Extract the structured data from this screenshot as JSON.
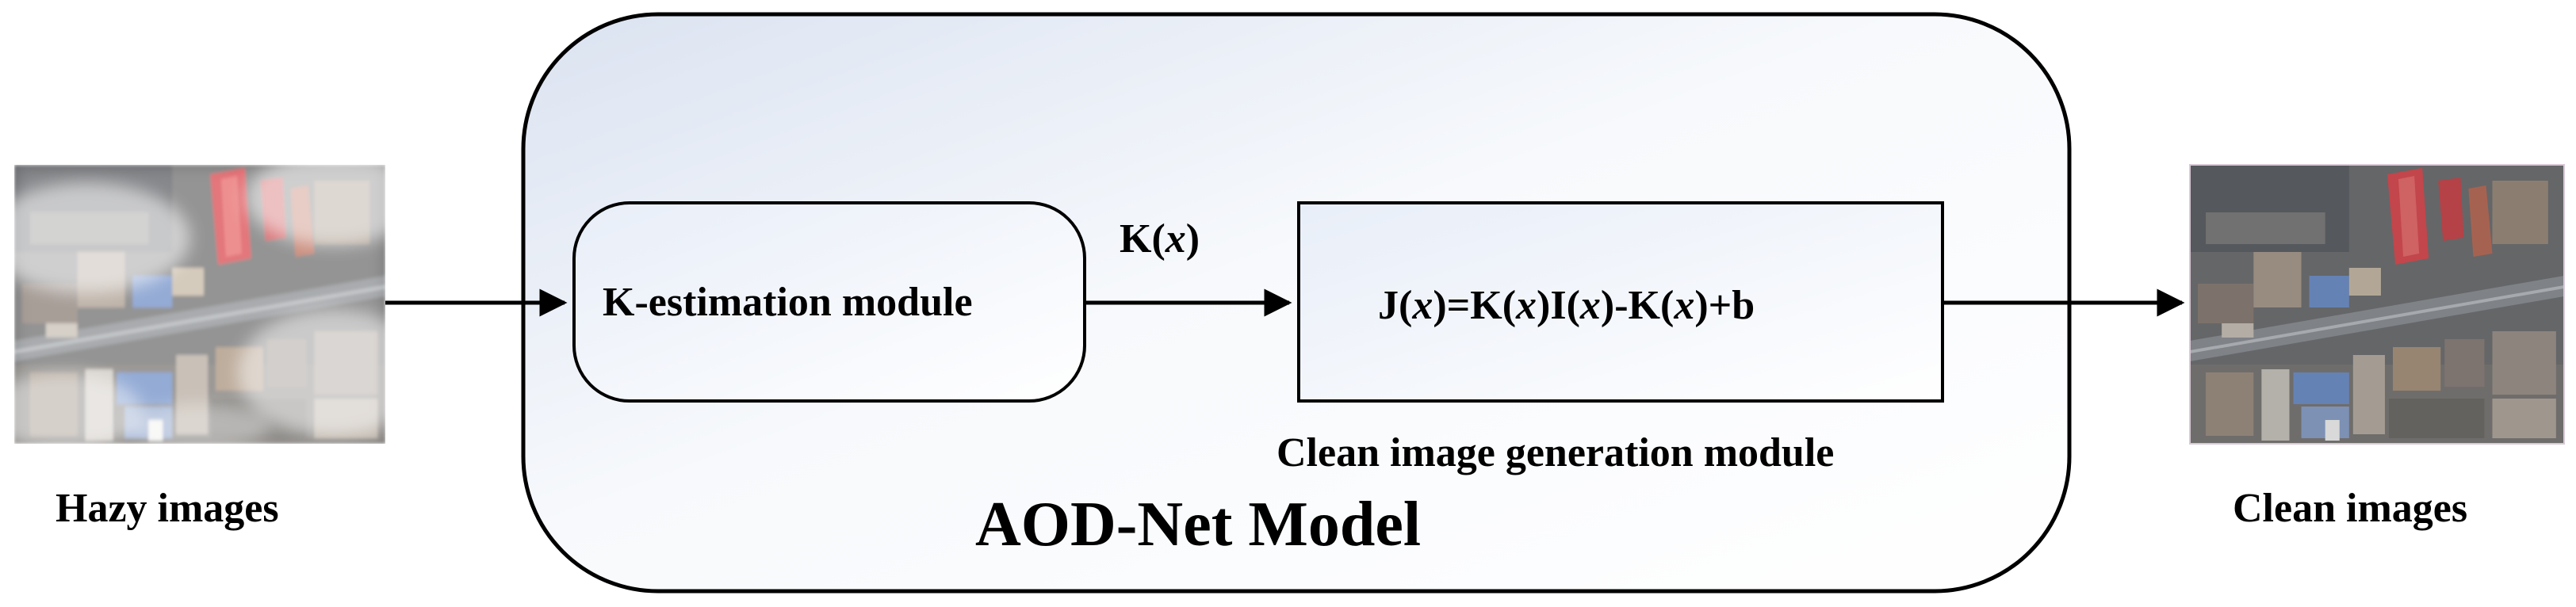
{
  "left_label": "Hazy images",
  "right_label": "Clean images",
  "model_title": "AOD-Net Model",
  "k_module_label": "K-estimation module",
  "arrow_label": {
    "prefix": "K(",
    "var": "x",
    "suffix": ")"
  },
  "formula": {
    "parts": [
      "J(",
      "x",
      ")=K(",
      "x",
      ")I(",
      "x",
      ")-K(",
      "x",
      ")+b"
    ]
  },
  "generation_module_label": "Clean image generation module",
  "colors": {
    "stroke": "#000000",
    "panel_fill_light": "#ffffff",
    "panel_fill_tint": "#dfe6f3",
    "road": "#8c8f93",
    "roof_red": "#d94a4f",
    "roof_blue": "#6f8fc7"
  },
  "icons": {
    "hazy_image": "aerial-hazy-photo",
    "clean_image": "aerial-clean-photo"
  }
}
